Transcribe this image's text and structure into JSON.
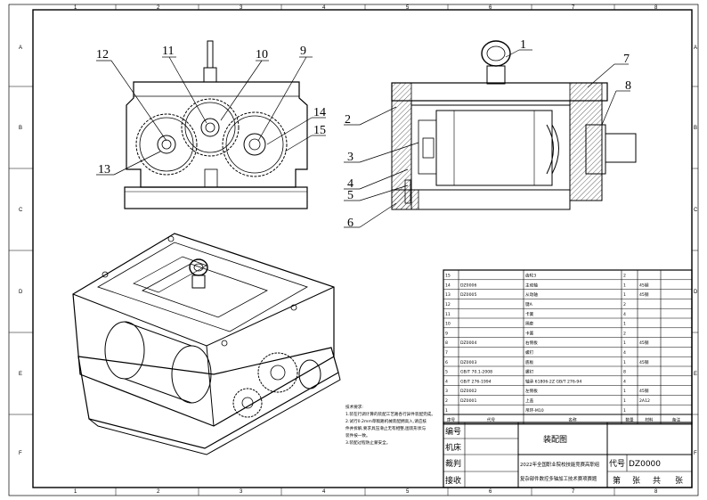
{
  "frame": {
    "columns": [
      "1",
      "2",
      "3",
      "4",
      "5",
      "6",
      "7",
      "8"
    ],
    "rows": [
      "A",
      "B",
      "C",
      "D",
      "E",
      "F"
    ]
  },
  "balloons": {
    "front_view": [
      "12",
      "11",
      "10",
      "9",
      "14",
      "15",
      "13"
    ],
    "side_view": [
      "1",
      "7",
      "8",
      "2",
      "3",
      "4",
      "5",
      "6"
    ]
  },
  "notes": {
    "title": "技术要求:",
    "lines": [
      "1.装在行调计算的装配工艺路各行异件装配完成。",
      "2.试行0.2mm草稿路机械装配拥高入,请应核",
      "  件并拆解,要求具压滑止无有相整,图装形状与",
      "  装件按一致。",
      "3.装配过程防止蒙安全。"
    ]
  },
  "bom": {
    "header": [
      "序号",
      "代号",
      "名称",
      "数量",
      "材料",
      "备注"
    ],
    "rows": [
      {
        "no": "15",
        "code": "",
        "name": "齿轮3",
        "qty": "2",
        "material": "",
        "remark": ""
      },
      {
        "no": "14",
        "code": "DZ0006",
        "name": "主动轴",
        "qty": "1",
        "material": "45钢",
        "remark": ""
      },
      {
        "no": "13",
        "code": "DZ0005",
        "name": "从动轴",
        "qty": "1",
        "material": "45钢",
        "remark": ""
      },
      {
        "no": "12",
        "code": "",
        "name": "键A",
        "qty": "2",
        "material": "",
        "remark": ""
      },
      {
        "no": "11",
        "code": "",
        "name": "卡簧",
        "qty": "4",
        "material": "",
        "remark": ""
      },
      {
        "no": "10",
        "code": "",
        "name": "隔套",
        "qty": "1",
        "material": "",
        "remark": ""
      },
      {
        "no": "9",
        "code": "",
        "name": "卡簧",
        "qty": "2",
        "material": "",
        "remark": ""
      },
      {
        "no": "8",
        "code": "DZ0004",
        "name": "右侧板",
        "qty": "1",
        "material": "45钢",
        "remark": ""
      },
      {
        "no": "7",
        "code": "",
        "name": "螺钉",
        "qty": "4",
        "material": "",
        "remark": ""
      },
      {
        "no": "6",
        "code": "DZ0003",
        "name": "底板",
        "qty": "1",
        "material": "45钢",
        "remark": ""
      },
      {
        "no": "5",
        "code": "GB/T 70.1-2008",
        "name": "螺钉",
        "qty": "8",
        "material": "",
        "remark": ""
      },
      {
        "no": "4",
        "code": "GB/T 276-1994",
        "name": "轴承 61806-2Z GB/T 276-94",
        "qty": "4",
        "material": "",
        "remark": ""
      },
      {
        "no": "3",
        "code": "DZ0002",
        "name": "左侧板",
        "qty": "1",
        "material": "45钢",
        "remark": ""
      },
      {
        "no": "2",
        "code": "DZ0001",
        "name": "上盖",
        "qty": "1",
        "material": "2A12",
        "remark": ""
      },
      {
        "no": "1",
        "code": "",
        "name": "吊环-M10",
        "qty": "1",
        "material": "",
        "remark": ""
      }
    ]
  },
  "title_block": {
    "left_labels": [
      "编号",
      "机床",
      "裁判",
      "接收"
    ],
    "drawing_title": "装配图",
    "contest_line1": "2022年全国职业院校技能竞赛高职组",
    "contest_line2": "复杂部件数控多轴加工技术赛项赛题",
    "code_label": "代号",
    "code_value": "DZ0000",
    "sheet_text": [
      "第",
      "张",
      "共",
      "张"
    ]
  }
}
